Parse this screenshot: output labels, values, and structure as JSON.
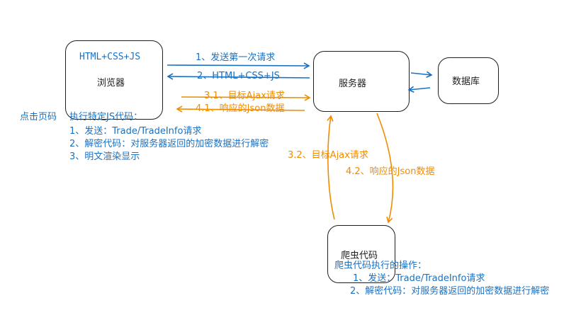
{
  "nodes": {
    "browser": {
      "label": "浏览器",
      "tech_label": "HTML+CSS+JS"
    },
    "server": {
      "label": "服务器"
    },
    "database": {
      "label": "数据库"
    },
    "crawler": {
      "label": "爬虫代码"
    }
  },
  "edges": {
    "first_request": "1、发送第一次请求",
    "html_response": "2、HTML+CSS+JS",
    "ajax_request": "3.1、目标Ajax请求",
    "json_response": "4.1、响应的Json数据",
    "crawler_ajax_request": "3.2、目标Ajax请求",
    "crawler_json_response": "4.2、响应的Json数据"
  },
  "browser_notes": {
    "click_label": "点击页码",
    "title": "执行特定JS代码：",
    "steps": [
      "1、发送：Trade/TradeInfo请求",
      "2、解密代码：对服务器返回的加密数据进行解密",
      "3、明文渲染显示"
    ]
  },
  "crawler_notes": {
    "title": "爬虫代码执行的操作：",
    "steps": [
      "1、发送：Trade/TradeInfo请求",
      "2、解密代码：对服务器返回的加密数据进行解密"
    ]
  },
  "colors": {
    "blue": "#1971c2",
    "orange": "#f08c00",
    "stroke": "#1e1e1e"
  }
}
